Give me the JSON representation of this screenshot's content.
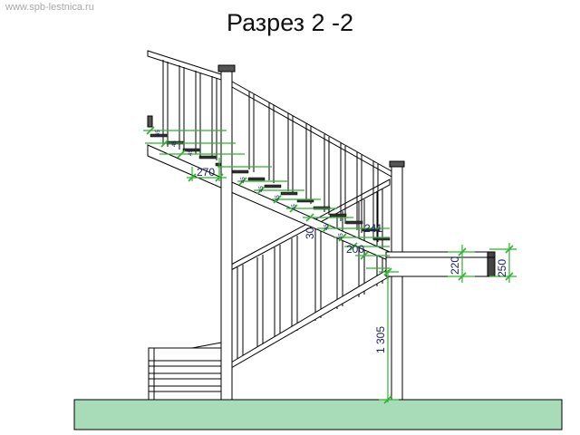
{
  "watermark": "www.spb-lestnica.ru",
  "title": "Разрез 2 -2",
  "dimensions": {
    "tread_depth": "270",
    "step_rise_vertical": "30",
    "landing_offset": "241",
    "slab_offset": "200",
    "slab_thickness": "220",
    "slab_edge": "250",
    "landing_height": "1 305",
    "small_tick_label": "45"
  },
  "colors": {
    "floor": "#a8dcb8",
    "dimension": "#2bb52b",
    "text": "#1a1a66",
    "stairs": "#000000"
  }
}
